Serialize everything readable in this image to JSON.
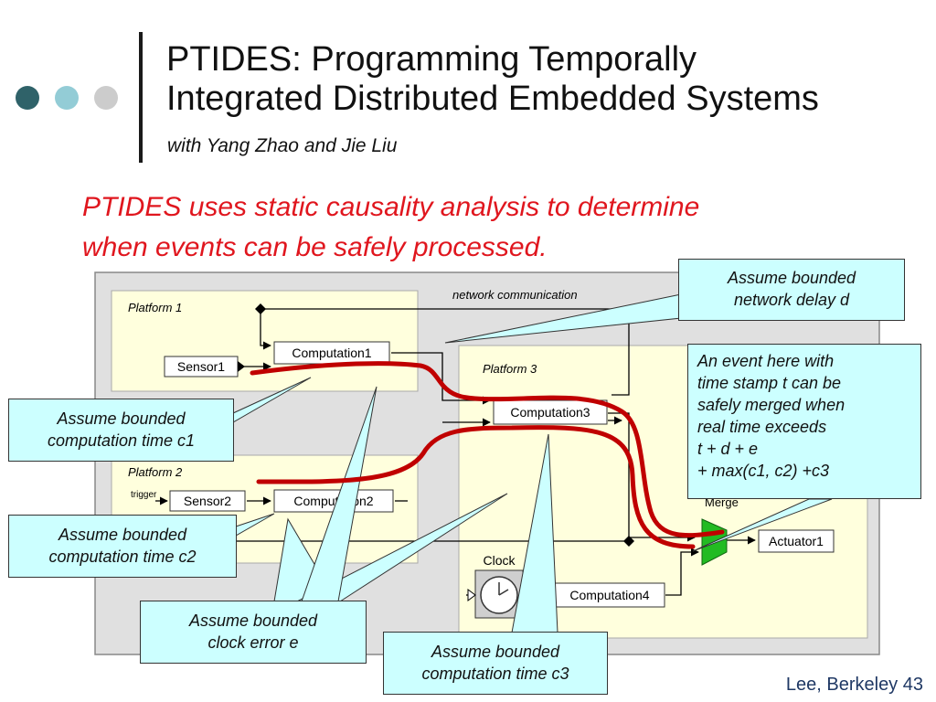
{
  "slide": {
    "title_line1": "PTIDES: Programming Temporally",
    "title_line2": "Integrated Distributed Embedded Systems",
    "subtitle": "with Yang Zhao and Jie Liu",
    "headline_line1": "PTIDES uses static causality analysis to determine",
    "headline_line2": "when events can be safely processed.",
    "footer": "Lee, Berkeley 43"
  },
  "colors": {
    "dot1": "#2f6269",
    "dot2": "#93ccd6",
    "dot3": "#cccccc",
    "headline": "#e0161e",
    "path_red": "#c00000",
    "callout_fill": "#ccffff",
    "platform_fill": "#ffffdd",
    "canvas_fill": "#e0e0e0"
  },
  "diagram": {
    "network_label": "network communication",
    "platform1": "Platform 1",
    "platform2": "Platform 2",
    "platform3": "Platform 3",
    "sensor1": "Sensor1",
    "sensor2": "Sensor2",
    "trigger": "trigger",
    "computation1": "Computation1",
    "computation2": "Computation2",
    "computation3": "Computation3",
    "computation4": "Computation4",
    "clock": "Clock",
    "merge": "Merge",
    "actuator1": "Actuator1"
  },
  "callouts": {
    "network_delay": [
      "Assume bounded",
      "network delay d"
    ],
    "c1": [
      "Assume bounded",
      "computation time c1"
    ],
    "c2": [
      "Assume bounded",
      "computation time c2"
    ],
    "clock_error": [
      "Assume bounded",
      "clock error e"
    ],
    "c3": [
      "Assume bounded",
      "computation time c3"
    ],
    "merge_note": [
      "An event here with",
      "time stamp t can be",
      "safely merged when",
      "real time exceeds",
      "t + d + e",
      "+ max(c1, c2) +c3"
    ]
  }
}
